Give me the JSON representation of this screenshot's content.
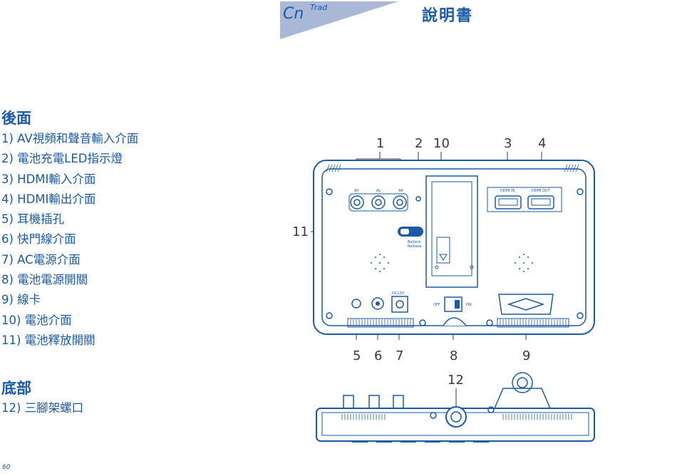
{
  "header": {
    "lang_code": "Cn",
    "lang_variant": "Trad",
    "title": "說明書"
  },
  "back_section": {
    "heading": "後面",
    "items": [
      "1) AV視頻和聲音輸入介面",
      "2) 電池充電LED指示燈",
      "3) HDMI輸入介面",
      "4) HDMI輸出介面",
      "5) 耳機插孔",
      "6) 快門線介面",
      "7) AC電源介面",
      "8) 電池電源開關",
      "9) 線卡",
      "10) 電池介面",
      "11) 電池釋放開關"
    ]
  },
  "bottom_section": {
    "heading": "底部",
    "items": [
      "12) 三腳架螺口"
    ]
  },
  "diagram": {
    "callouts_top": [
      "1",
      "2",
      "10",
      "3",
      "4"
    ],
    "callout_left": "11",
    "callouts_bottom": [
      "5",
      "6",
      "7",
      "8",
      "9"
    ],
    "callout_bottom_view": "12",
    "port_labels": {
      "av": "AV",
      "al": "AL",
      "ar": "AR",
      "hdmi_in": "HDMI IN",
      "hdmi_out": "HDMI OUT",
      "battery_release_1": "Battery",
      "battery_release_2": "Release",
      "dc": "DC12V",
      "off": "OFF",
      "on": "ON"
    }
  },
  "footer": {
    "page_number": "60"
  },
  "colors": {
    "text": "#1a5aa8",
    "badge_fill": "#a9b8d6",
    "diagram_stroke": "#1a5aa8"
  }
}
